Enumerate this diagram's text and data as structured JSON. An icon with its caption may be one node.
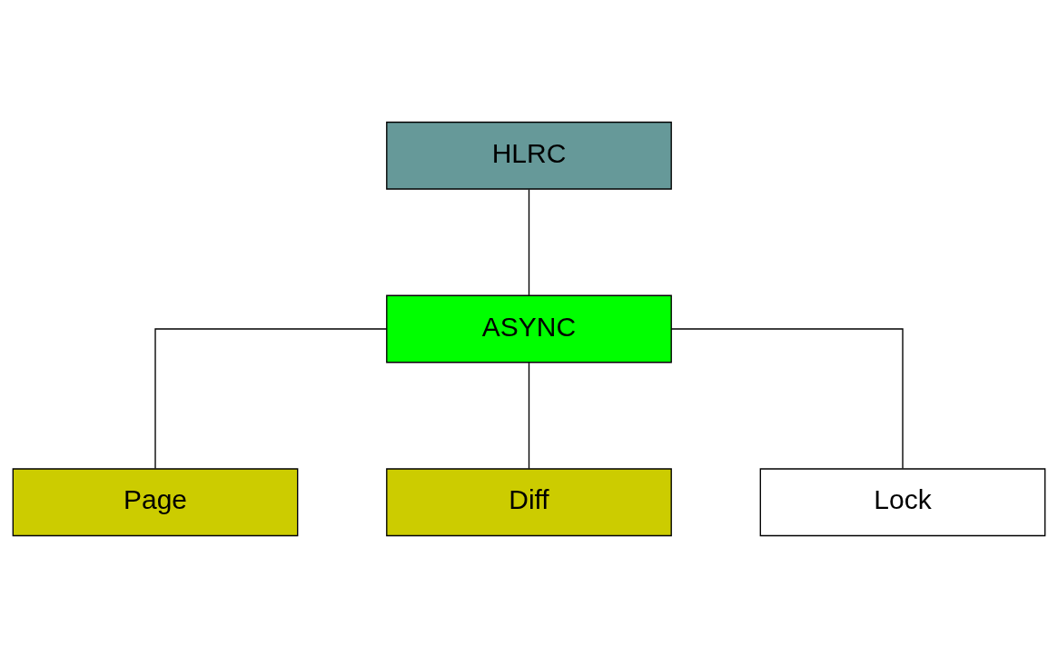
{
  "diagram": {
    "nodes": [
      {
        "text": [
          "HLRC"
        ]
      },
      {
        "text": [
          "ASYNC"
        ]
      },
      {
        "text": [
          "Page"
        ]
      },
      {
        "text": [
          "Diff"
        ]
      },
      {
        "text": [
          "Lock"
        ]
      }
    ],
    "edges": [
      {
        "from": 0,
        "to": 1,
        "arrow": "none"
      },
      {
        "from": 1,
        "to": 2,
        "arrow": "none"
      },
      {
        "from": 1,
        "to": 3,
        "arrow": "none"
      },
      {
        "from": 1,
        "to": 4,
        "arrow": "none"
      }
    ]
  }
}
